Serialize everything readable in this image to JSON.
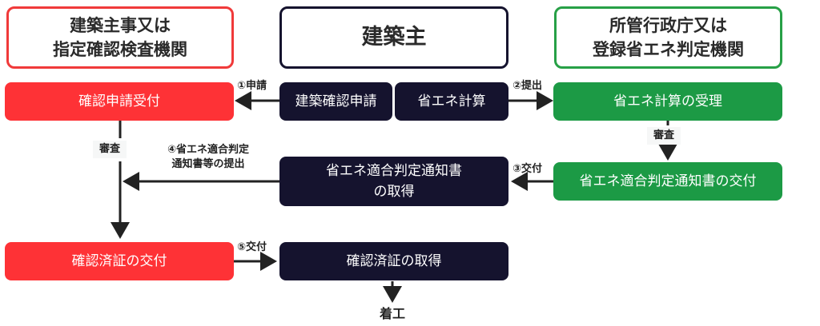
{
  "headers": {
    "left": "建築主事又は\n指定確認検査機関",
    "center": "建築主",
    "right": "所管行政庁又は\n登録省エネ判定機関"
  },
  "boxes": {
    "confirm_receipt": "確認申請受付",
    "building_application": "建築確認申請",
    "energy_calc": "省エネ計算",
    "energy_calc_accept": "省エネ計算の受理",
    "notice_obtain": "省エネ適合判定通知書\nの取得",
    "notice_issue": "省エネ適合判定通知書の交付",
    "cert_issue": "確認済証の交付",
    "cert_obtain": "確認済証の取得"
  },
  "labels": {
    "step1": "①申請",
    "step2": "②提出",
    "step3": "③交付",
    "step4": "④省エネ適合判定\n通知書等の提出",
    "step5": "⑤交付",
    "review_left": "審査",
    "review_right": "審査",
    "start": "着工"
  },
  "colors": {
    "red": "#fe3236",
    "navy": "#15132e",
    "green": "#1c9a45"
  }
}
